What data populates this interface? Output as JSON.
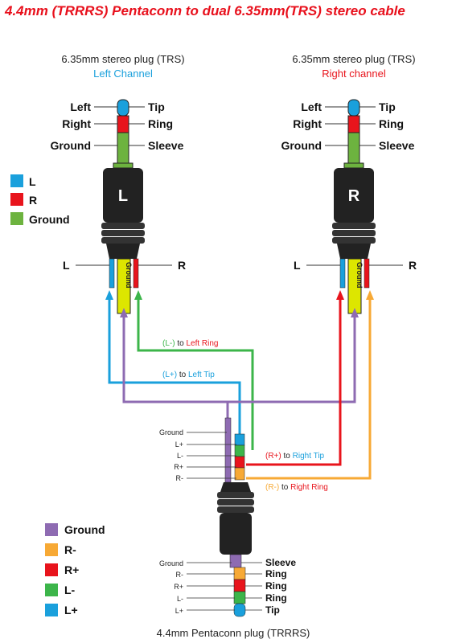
{
  "title": "4.4mm (TRRRS) Pentaconn to dual 6.35mm(TRS) stereo cable",
  "colors": {
    "left": "#1aa0dc",
    "right": "#e8141c",
    "ground_green": "#6db33f",
    "ground_purple": "#8e6bb2",
    "r_minus": "#f7a935",
    "l_minus": "#3cb54a",
    "ground_strip": "#dde600",
    "title": "#e8101c",
    "plug_body": "#222222"
  },
  "left_plug": {
    "header": "6.35mm stereo plug (TRS)",
    "channel": "Left Channel",
    "side_labels": [
      "Left",
      "Right",
      "Ground"
    ],
    "contact_labels": [
      "Tip",
      "Ring",
      "Sleeve"
    ],
    "body_letter": "L",
    "wire_left": "L",
    "wire_right": "R",
    "strip": "Ground"
  },
  "right_plug": {
    "header": "6.35mm stereo plug (TRS)",
    "channel": "Right channel",
    "side_labels": [
      "Left",
      "Right",
      "Ground"
    ],
    "contact_labels": [
      "Tip",
      "Ring",
      "Sleeve"
    ],
    "body_letter": "R",
    "wire_left": "L",
    "wire_right": "R",
    "strip": "Ground"
  },
  "legend_top": [
    {
      "label": "L",
      "color": "#1aa0dc"
    },
    {
      "label": "R",
      "color": "#e8141c"
    },
    {
      "label": "Ground",
      "color": "#6db33f"
    }
  ],
  "connections": [
    {
      "sig": "(L-)",
      "to": "to",
      "dest": "Left Ring"
    },
    {
      "sig": "(L+)",
      "to": "to",
      "dest": "Left Tip"
    },
    {
      "sig": "(R+)",
      "to": "to",
      "dest": "Right Tip"
    },
    {
      "sig": "(R-)",
      "to": "to",
      "dest": "Right Ring"
    }
  ],
  "pentaconn_wire_labels": [
    "Ground",
    "L+",
    "L-",
    "R+",
    "R-"
  ],
  "pentaconn_pin_left": [
    "Ground",
    "R-",
    "R+",
    "L-",
    "L+"
  ],
  "pentaconn_pin_right": [
    "Sleeve",
    "Ring",
    "Ring",
    "Ring",
    "Tip"
  ],
  "legend_bottom": [
    {
      "label": "Ground",
      "color": "#8e6bb2"
    },
    {
      "label": "R-",
      "color": "#f7a935"
    },
    {
      "label": "R+",
      "color": "#e8141c"
    },
    {
      "label": "L-",
      "color": "#3cb54a"
    },
    {
      "label": "L+",
      "color": "#1aa0dc"
    }
  ],
  "footer": "4.4mm Pentaconn plug (TRRRS)"
}
